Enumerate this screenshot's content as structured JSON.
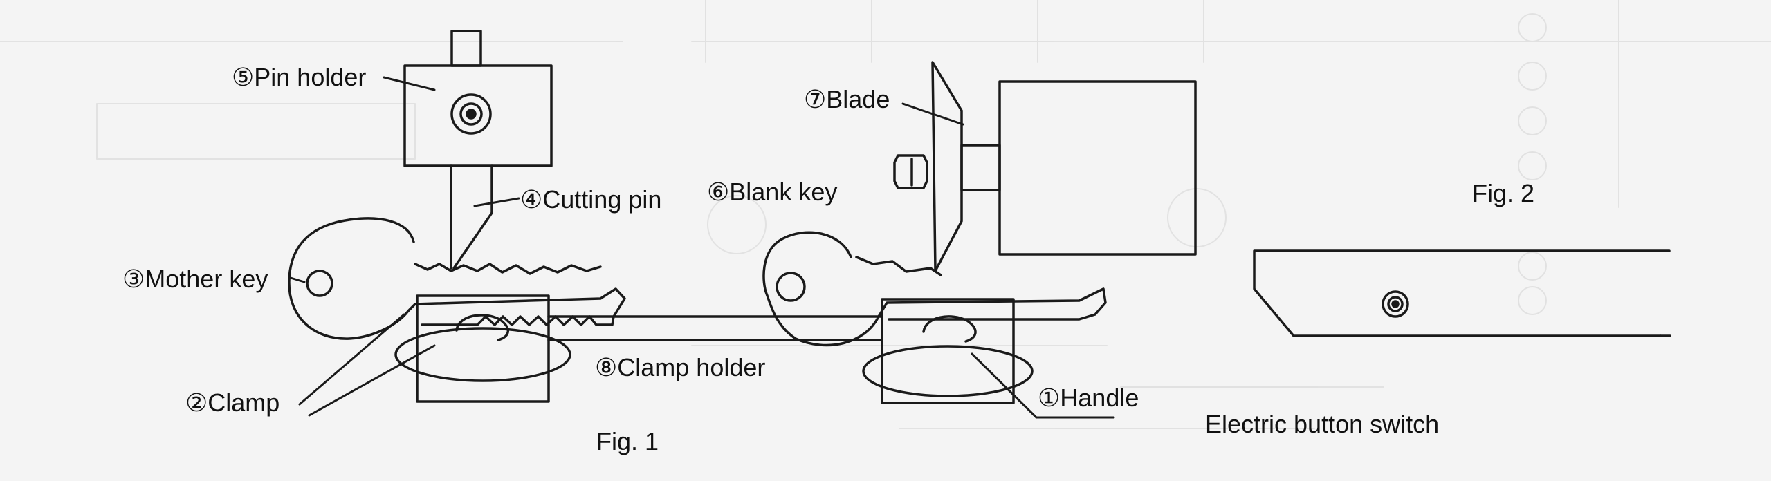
{
  "labels": {
    "pin_holder": "⑤Pin holder",
    "cutting_pin": "④Cutting pin",
    "mother_key": "③Mother key",
    "clamp": "②Clamp",
    "clamp_holder": "⑧Clamp holder",
    "blade": "⑦Blade",
    "blank_key": "⑥Blank key",
    "handle": "①Handle",
    "fig1": "Fig. 1",
    "fig2": "Fig. 2",
    "button_switch": "Electric button switch"
  },
  "colors": {
    "ink": "#1a1a1a",
    "paper": "#f4f4f4",
    "bleed_through": "#8a8a8a"
  }
}
